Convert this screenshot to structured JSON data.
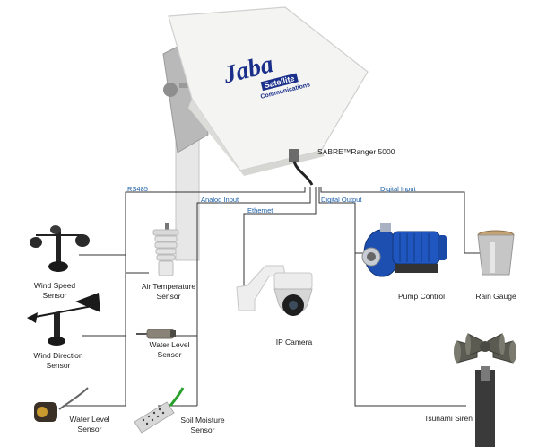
{
  "device": {
    "name": "SABRE™Ranger 5000"
  },
  "logo": {
    "line1": "Jaba",
    "line2": "Satellite",
    "line3": "Communications"
  },
  "buses": {
    "rs485": "RS485",
    "analog": "Analog Input",
    "ethernet": "Ethernet",
    "digital_output": "Digital Output",
    "digital_input": "Digital Input"
  },
  "devices": {
    "wind_speed": "Wind Speed\nSensor",
    "wind_direction": "Wind Direction\nSensor",
    "water_level_rs485": "Water Level\nSensor",
    "air_temperature": "Air Temperature\nSensor",
    "water_level_analog": "Water Level\nSensor",
    "soil_moisture": "Soil Moisture\nSensor",
    "ip_camera": "IP Camera",
    "pump_control": "Pump Control",
    "rain_gauge": "Rain Gauge",
    "tsunami_siren": "Tsunami Siren"
  },
  "colors": {
    "line": "#333333",
    "bus_label": "#1b5fa8",
    "logo_blue": "#1a2f8a",
    "pump_blue": "#1d4fb0"
  }
}
